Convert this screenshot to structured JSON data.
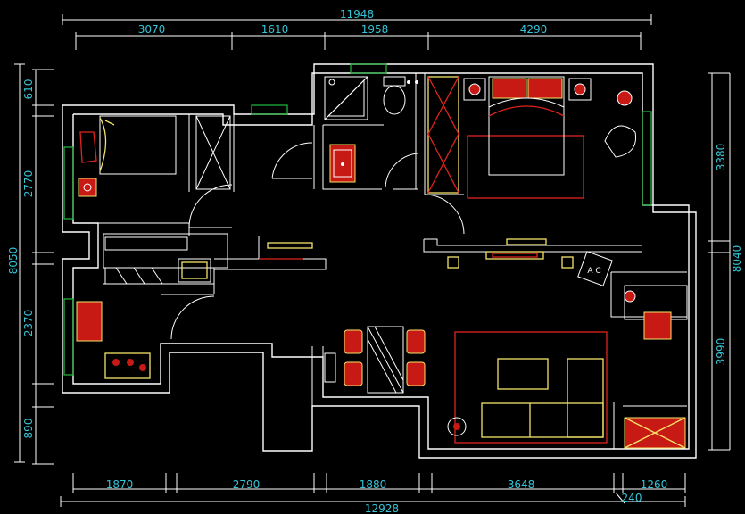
{
  "dimensions": {
    "top_total": "11948",
    "top_segments": [
      "3070",
      "1610",
      "1958",
      "4290"
    ],
    "bottom_total": "12928",
    "bottom_segments": [
      "1870",
      "2790",
      "1880",
      "3648",
      "1260"
    ],
    "bottom_extra": "240",
    "left_total": "8050",
    "left_segments": [
      "610",
      "2770",
      "2370",
      "890"
    ],
    "right_total": "8040",
    "right_segments": [
      "3380",
      "3990"
    ]
  },
  "labels": {
    "ac_unit": "A C"
  },
  "colors": {
    "background": "#000000",
    "walls": "#ffffff",
    "dimension_text": "#35c4d6",
    "furniture": "#f3e36a",
    "accent": "#e0231f",
    "windows": "#1fae3a"
  }
}
